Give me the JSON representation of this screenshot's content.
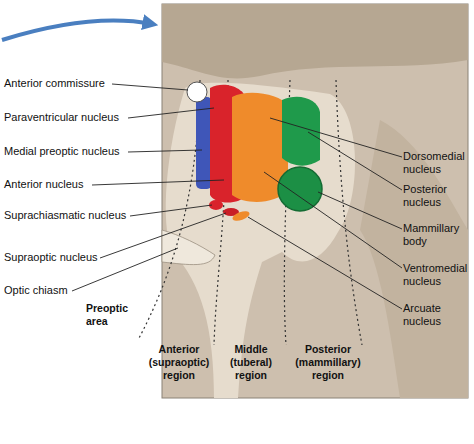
{
  "diagram": {
    "labels": [
      "Anterior commissure",
      "Paraventricular nucleus",
      "Medial preoptic nucleus",
      "Anterior nucleus",
      "Suprachiasmatic nucleus",
      "Supraoptic nucleus",
      "Optic chiasm",
      "Preoptic area",
      "Anterior (supraoptic) region",
      "Middle (tuberal) region",
      "Posterior (mammillary) region",
      "Dorsomedial nucleus",
      "Posterior nucleus",
      "Mammillary body",
      "Ventromedial nucleus",
      "Arcuate nucleus"
    ]
  }
}
